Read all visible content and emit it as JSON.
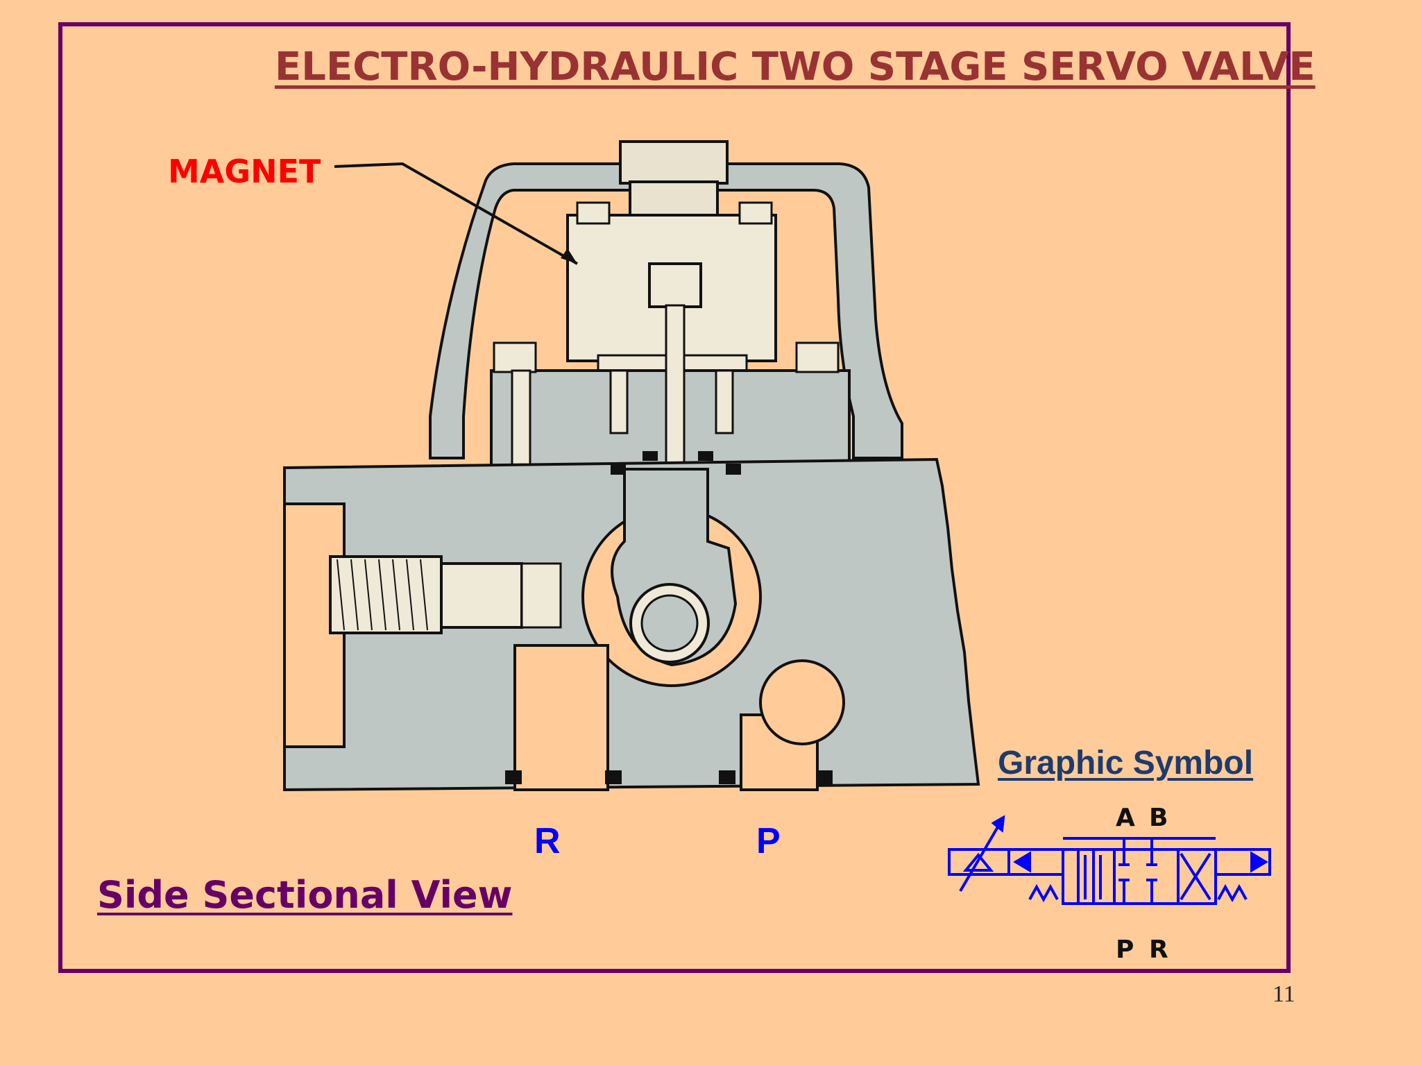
{
  "title": "ELECTRO-HYDRAULIC TWO STAGE SERVO VALVE",
  "labels": {
    "magnet": "MAGNET",
    "port_r": "R",
    "port_p": "P",
    "side_view": "Side Sectional View",
    "graphic_symbol": "Graphic Symbol",
    "symbol_a": "A",
    "symbol_b": "B",
    "symbol_p": "P",
    "symbol_r": "R"
  },
  "page_number": "11",
  "colors": {
    "background": "#ffcc99",
    "frame": "#660066",
    "title": "#993333",
    "magnet_label": "#ff0000",
    "port_labels": "#0000ff",
    "valve_body": "#bfc7c5",
    "symbol_lines": "#0000ff"
  }
}
